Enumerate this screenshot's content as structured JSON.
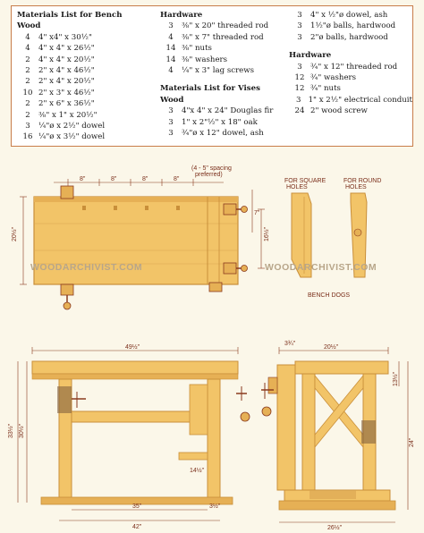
{
  "bench_wood": {
    "title_line1": "Materials List for Bench",
    "title_line2": "Wood",
    "items": [
      {
        "qty": "4",
        "desc": "4\" x4\" x 30½\""
      },
      {
        "qty": "4",
        "desc": "4\" x 4\" x 26½\""
      },
      {
        "qty": "2",
        "desc": "4\" x 4\" x 20½\""
      },
      {
        "qty": "2",
        "desc": "2\" x 4\" x 46½\""
      },
      {
        "qty": "2",
        "desc": "2\" x 4\" x 20½\""
      },
      {
        "qty": "10",
        "desc": "2\" x 3\" x 46½\""
      },
      {
        "qty": "2",
        "desc": "2\" x 6\" x 36½\""
      },
      {
        "qty": "2",
        "desc": "⅜\" x 1\" x 20½\""
      },
      {
        "qty": "3",
        "desc": "¼\"ø x 2½\" dowel"
      },
      {
        "qty": "16",
        "desc": "¼\"ø x 3½\" dowel"
      }
    ]
  },
  "hardware1": {
    "title": "Hardware",
    "items": [
      {
        "qty": "3",
        "desc": "⅜\" x 20\" threaded rod"
      },
      {
        "qty": "4",
        "desc": "⅜\" x 7\" threaded rod"
      },
      {
        "qty": "14",
        "desc": "⅜\" nuts"
      },
      {
        "qty": "14",
        "desc": "⅜\" washers"
      },
      {
        "qty": "4",
        "desc": "¼\" x 3\" lag screws"
      }
    ]
  },
  "vises_wood": {
    "title_line1": "Materials List for Vises",
    "title_line2": "Wood",
    "items": [
      {
        "qty": "3",
        "desc": "4\"x 4\" x 24\" Douglas fir"
      },
      {
        "qty": "3",
        "desc": "1\" x 2\"½\" x 18\" oak"
      },
      {
        "qty": "3",
        "desc": "¾\"ø x 12\" dowel, ash"
      }
    ]
  },
  "col3_items": [
    {
      "qty": "3",
      "desc": "4\" x ½\"ø dowel, ash"
    },
    {
      "qty": "3",
      "desc": "1½\"ø balls, hardwood"
    },
    {
      "qty": "3",
      "desc": "2\"ø balls, hardwood"
    }
  ],
  "hardware2": {
    "title": "Hardware",
    "items": [
      {
        "qty": "3",
        "desc": "¾\" x 12\" threaded rod"
      },
      {
        "qty": "12",
        "desc": "¾\" washers"
      },
      {
        "qty": "12",
        "desc": "¾\" nuts"
      },
      {
        "qty": "3",
        "desc": "1\" x 2½\" electrical conduit"
      },
      {
        "qty": "24",
        "desc": "2\" wood screw"
      }
    ]
  },
  "drawing_labels": {
    "for_square_holes": [
      "FOR SQUARE",
      "HOLES"
    ],
    "for_round_holes": [
      "FOR ROUND",
      "HOLES"
    ],
    "bench_dogs": "BENCH DOGS",
    "spacing_note": [
      "(4 - 5\" spacing",
      "preferred)"
    ],
    "watermark": "WOODARCHIVIST.COM"
  },
  "dims": {
    "top_spacing": [
      "8\"",
      "8\"",
      "8\"",
      "8\""
    ],
    "top_depth": "20½\"",
    "top_right": "16½\"",
    "top_side": "7\"",
    "front_width": "49½\"",
    "front_height_a": "33½\"",
    "front_height_b": "30½\"",
    "front_bottom_a": "35\"",
    "front_bottom_b": "42\"",
    "front_right": "3½\"",
    "front_mid": "14½\"",
    "side_top_a": "3¾\"",
    "side_top_b": "20½\"",
    "side_right": "13½\"",
    "side_right2": "24\"",
    "side_bottom": "26½\""
  },
  "colors": {
    "wood": "#f2c468",
    "wood_dark": "#c98f3a",
    "ink": "#8a3a1e",
    "frame": "#c87d4a"
  }
}
